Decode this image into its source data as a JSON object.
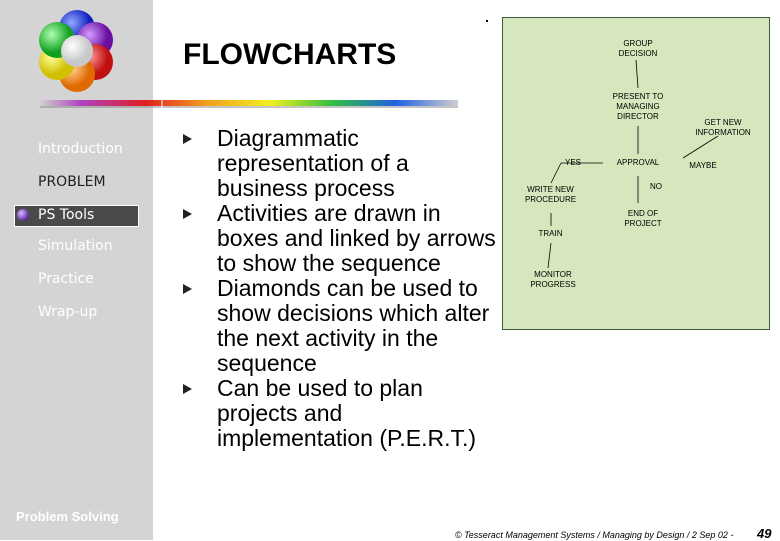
{
  "slide": {
    "title": "FLOWCHARTS",
    "bullets": [
      "Diagrammatic representation of a business process",
      "Activities are drawn in boxes and linked by arrows to show the sequence",
      "Diamonds can be used to show decisions which alter the next activity in the sequence",
      "Can be used to plan projects and implementation (P.E.R.T.)"
    ]
  },
  "sidebar": {
    "items": [
      {
        "label": "Introduction"
      },
      {
        "label": "PROBLEM"
      },
      {
        "label": "PS Tools"
      },
      {
        "label": "Simulation"
      },
      {
        "label": "Practice"
      },
      {
        "label": "Wrap-up"
      }
    ],
    "footer": "Problem Solving"
  },
  "flowchart": {
    "group_decision": "GROUP DECISION",
    "present_to": "PRESENT TO MANAGING DIRECTOR",
    "get_new_info": "GET NEW INFORMATION",
    "yes": "YES",
    "approval": "APPROVAL",
    "maybe": "MAYBE",
    "no": "NO",
    "write_new": "WRITE NEW PROCEDURE",
    "end_project": "END OF PROJECT",
    "train": "TRAIN",
    "monitor": "MONITOR PROGRESS"
  },
  "footer": {
    "copyright": "© Tesseract Management Systems / Managing by Design / 2 Sep 02 -",
    "page": "49"
  }
}
